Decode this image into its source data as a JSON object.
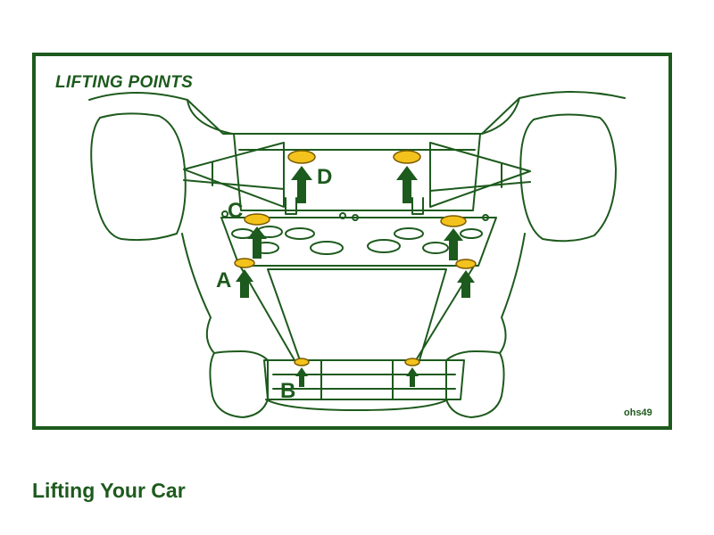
{
  "diagram": {
    "title": "LIFTING POINTS",
    "reference_code": "ohs49",
    "lifting_points": [
      "A",
      "B",
      "C",
      "D"
    ]
  },
  "caption": "Lifting Your Car",
  "colors": {
    "line": "#1d5a1d",
    "pad": "#f4c21c",
    "pad_outline": "#7a5a00",
    "arrow": "#1d5a1d"
  }
}
